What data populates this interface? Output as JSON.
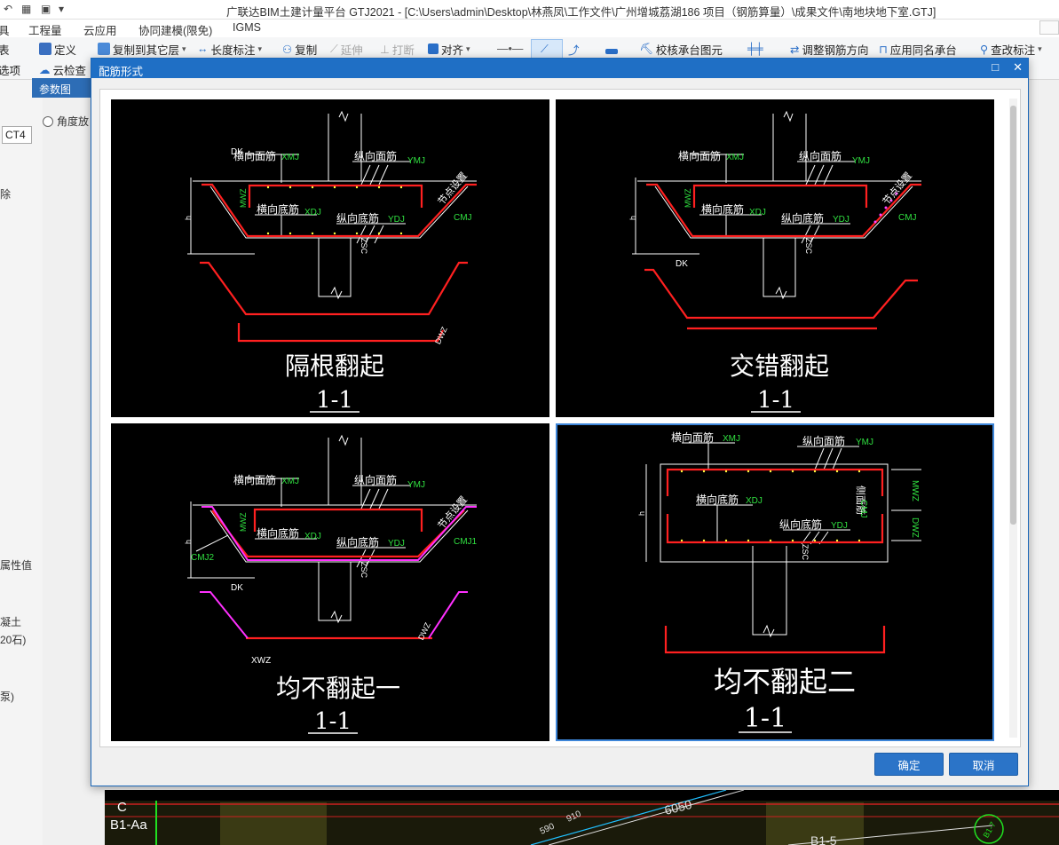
{
  "window": {
    "title": "广联达BIM土建计量平台 GTJ2021 - [C:\\Users\\admin\\Desktop\\林燕凤\\工作文件\\广州增城荔湖186  项目（钢筋算量）\\成果文件\\南地块地下室.GTJ]"
  },
  "menu": {
    "items": [
      "具",
      "工程量",
      "云应用",
      "协同建模(限免)",
      "IGMS"
    ]
  },
  "ribbon": {
    "define": "定义",
    "copy_to_floor": "复制到其它层",
    "length_mark": "长度标注",
    "copy": "复制",
    "extend": "延伸",
    "break": "打断",
    "align": "对齐",
    "check_cap": "校核承台图元",
    "adjust_rebar_dir": "调整钢筋方向",
    "apply_same_cap": "应用同名承台",
    "modify_mark": "查改标注",
    "cloud_check": "云检查",
    "left_fragments": [
      "表",
      "选项"
    ]
  },
  "left_panel": {
    "param_header": "参数图",
    "angle_label": "角度放",
    "ct_value": "CT4",
    "delete_label": "除",
    "attr_label": "属性值",
    "concrete": "凝土",
    "c20": "20石)",
    "pump": "泵)"
  },
  "cad_bottom": {
    "axis_c": "C",
    "axis_b1aa": "B1-Aa",
    "dim_6050": "6050",
    "dim_590": "590",
    "dim_910": "910",
    "label_b15": "B1-5",
    "circle_label": "B1-7"
  },
  "dialog": {
    "title": "配筋形式",
    "ok_label": "确定",
    "cancel_label": "取消",
    "options": [
      {
        "name": "隔根翻起",
        "section": "1-1"
      },
      {
        "name": "交错翻起",
        "section": "1-1"
      },
      {
        "name": "均不翻起一",
        "section": "1-1"
      },
      {
        "name": "均不翻起二",
        "section": "1-1"
      }
    ],
    "selected_index": 3
  },
  "drawing_labels": {
    "xmj": "XMJ",
    "ymj": "YMJ",
    "xdj": "XDJ",
    "ydj": "YDJ",
    "cmj": "CMJ",
    "cmj1": "CMJ1",
    "cmj2": "CMJ2",
    "mwz": "MWZ",
    "dwz": "DWZ",
    "zsc": "ZSC",
    "dk": "DK",
    "xwz": "XWZ",
    "h": "h",
    "top_trans": "横向面筋",
    "top_long": "纵向面筋",
    "bot_trans": "横向底筋",
    "bot_long": "纵向底筋",
    "node": "节点设置",
    "side": "侧面筋"
  },
  "colors": {
    "rebar": "#ff2020",
    "label_green": "#30e040",
    "magenta": "#ff30ff",
    "selected_border": "#3d85d8",
    "dialog_title": "#1f6fc5"
  }
}
